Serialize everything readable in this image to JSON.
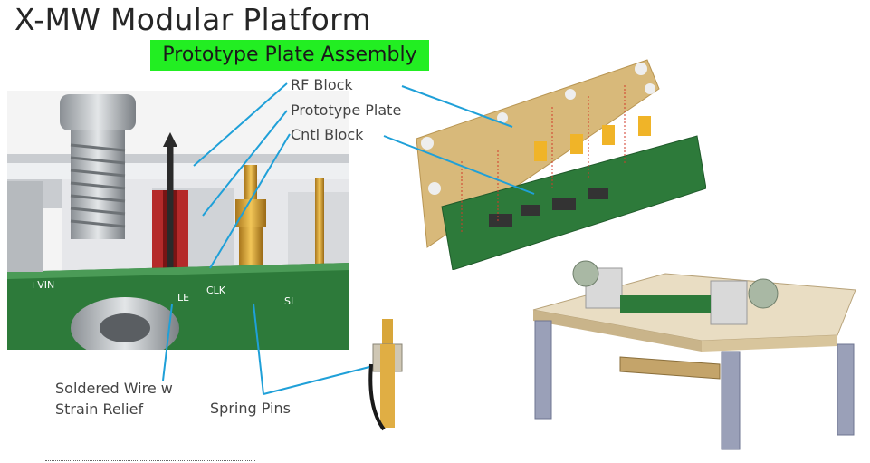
{
  "title": "X-MW Modular Platform",
  "subtitle": "Prototype Plate Assembly",
  "labels": {
    "rf_block": "RF Block",
    "prototype_plate": "Prototype Plate",
    "cntl_block": "Cntl Block",
    "soldered_wire_line1": "Soldered Wire w",
    "soldered_wire_line2": "Strain Relief",
    "spring_pins": "Spring Pins"
  },
  "board_silkscreen": {
    "vin": "+VIN",
    "clk": "CLK",
    "le": "LE",
    "si": "SI"
  },
  "colors": {
    "highlight": "#22ee22",
    "callout": "#1fa0d8",
    "pcb": "#2d7a3a",
    "rf_block": "#d8b97a"
  }
}
